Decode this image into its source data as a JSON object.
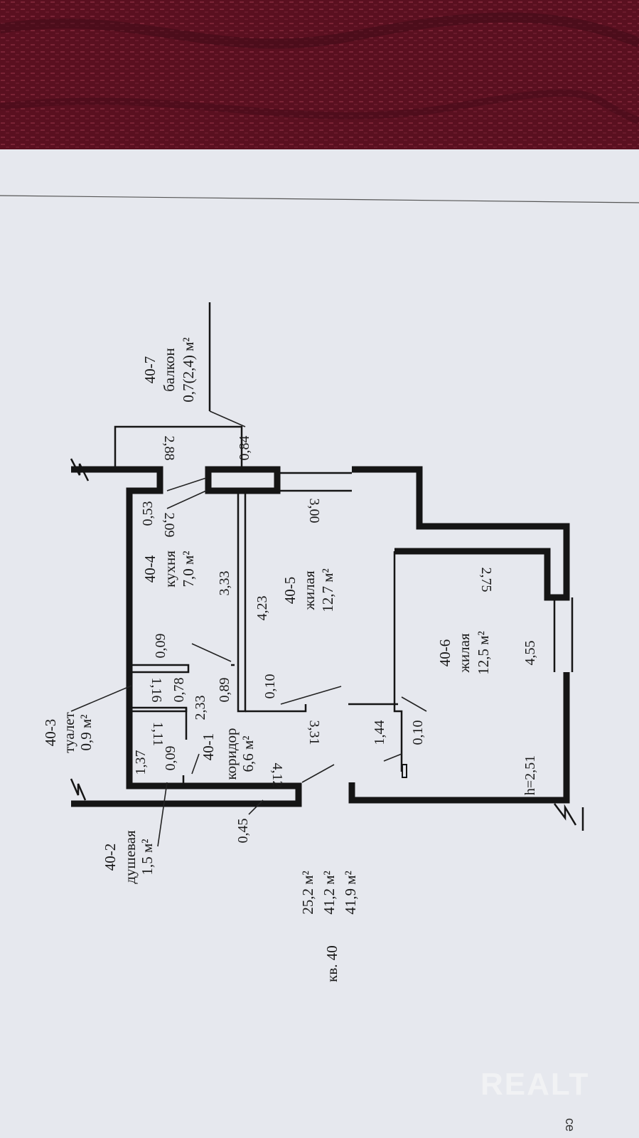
{
  "colors": {
    "fabric": "#5a1020",
    "paper": "#e6e8ee",
    "ink": "#151515",
    "watermark": "#f4f4f6"
  },
  "watermark": "REALT",
  "corner_text": "ce",
  "plan": {
    "apartment": "кв. 40",
    "totals": [
      "25,2 м²",
      "41,2 м²",
      "41,9 м²"
    ],
    "ceiling_height": "h=2,51",
    "rooms": {
      "r40_1": {
        "id": "40-1",
        "name": "коридор",
        "area": "6,6 м²"
      },
      "r40_2": {
        "id": "40-2",
        "name": "душевая",
        "area": "1,5 м²"
      },
      "r40_3": {
        "id": "40-3",
        "name": "туалет",
        "area": "0,9 м²"
      },
      "r40_4": {
        "id": "40-4",
        "name": "кухня",
        "area": "7,0 м²"
      },
      "r40_5": {
        "id": "40-5",
        "name": "жилая",
        "area": "12,7 м²"
      },
      "r40_6": {
        "id": "40-6",
        "name": "жилая",
        "area": "12,5 м²"
      },
      "r40_7": {
        "id": "40-7",
        "name": "балкон",
        "area": "0,7(2,4) м²"
      }
    },
    "dimensions": {
      "d0_84": "0,84",
      "d2_88": "2,88",
      "d0_53": "0,53",
      "d2_09": "2,09",
      "d3_00": "3,00",
      "d3_33": "3,33",
      "d4_23": "4,23",
      "d2_75": "2,75",
      "d0_09a": "0,09",
      "d1_16": "1,16",
      "d0_78": "0,78",
      "d0_89": "0,89",
      "d4_55": "4,55",
      "d0_10a": "0,10",
      "d2_33": "2,33",
      "d1_11": "1,11",
      "d3_31": "3,31",
      "d1_37": "1,37",
      "d0_09b": "0,09",
      "d1_44": "1,44",
      "d0_10b": "0,10",
      "d4_12": "4,12",
      "d0_45": "0,45"
    }
  }
}
